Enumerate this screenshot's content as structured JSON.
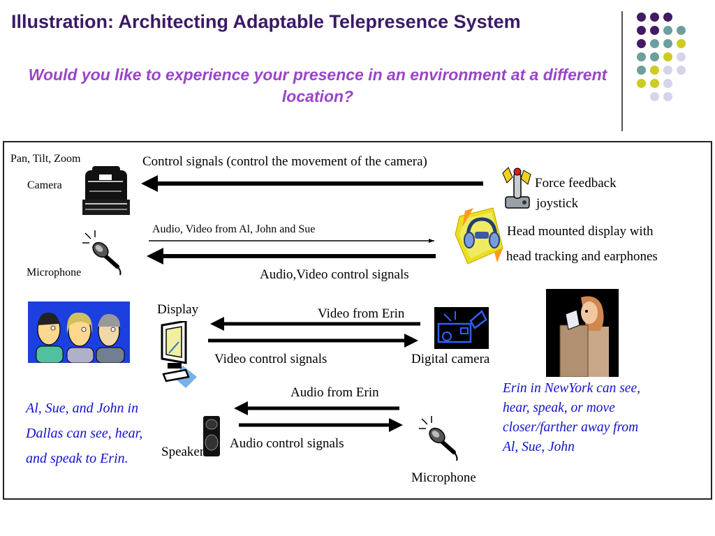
{
  "header": {
    "title": "Illustration: Architecting Adaptable Telepresence System",
    "subtitle": "Would you like to experience your presence in an environment at a different location?"
  },
  "decor": {
    "colors": {
      "purple": "#431a63",
      "teal": "#6d9f9f",
      "yellow": "#cccc22",
      "lavender": "#d4d4ea"
    },
    "dot_grid": [
      [
        "purple",
        "purple",
        "purple"
      ],
      [
        "purple",
        "purple",
        "teal",
        "teal"
      ],
      [
        "purple",
        "teal",
        "teal",
        "yellow"
      ],
      [
        "teal",
        "teal",
        "yellow",
        "lavender"
      ],
      [
        "teal",
        "yellow",
        "lavender",
        "lavender"
      ],
      [
        "yellow",
        "yellow",
        "lavender"
      ],
      [
        "lavender",
        "lavender"
      ]
    ]
  },
  "diagram": {
    "pan_tilt_zoom": "Pan, Tilt, Zoom",
    "camera": "Camera",
    "control_signals": "Control signals (control the movement of the camera)",
    "force_feedback": "Force feedback",
    "joystick": "joystick",
    "audio_video_from": "Audio, Video from Al, John and Sue",
    "hmd_line1": "Head mounted display with",
    "hmd_line2": "head tracking and earphones",
    "microphone_left": "Microphone",
    "av_control_signals": "Audio,Video control signals",
    "display": "Display",
    "video_from_erin": "Video from Erin",
    "video_control_signals": "Video control signals",
    "digital_camera": "Digital camera",
    "audio_from_erin": "Audio from Erin",
    "speaker": "Speaker",
    "audio_control_signals": "Audio control signals",
    "microphone_right": "Microphone",
    "al_sue_john": [
      "Al, Sue, and John in",
      "Dallas can see, hear,",
      "and speak to Erin."
    ],
    "erin_text": [
      "Erin in NewYork can see,",
      "hear, speak, or move",
      "closer/farther away from",
      "Al, Sue, John"
    ]
  }
}
